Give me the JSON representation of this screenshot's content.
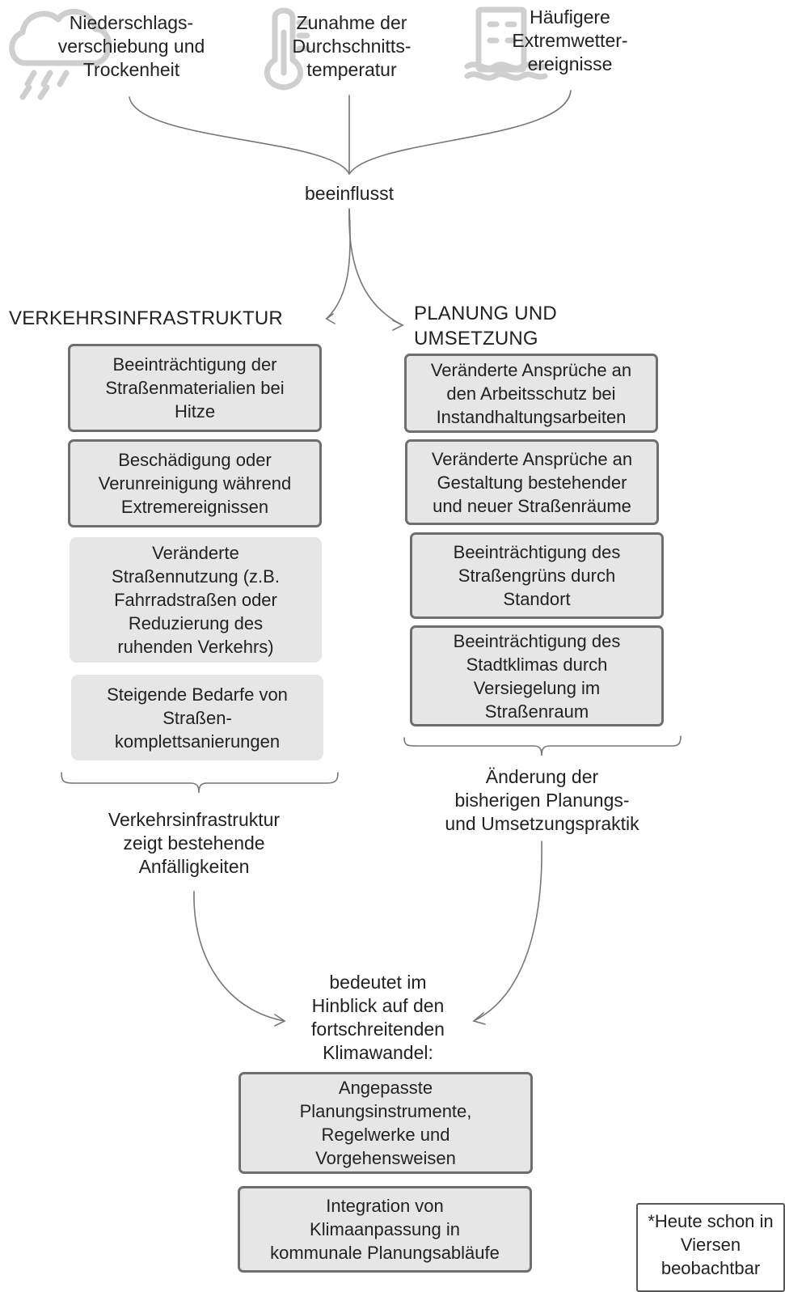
{
  "drivers": [
    {
      "icon": "rain-cloud-icon",
      "text": "Niederschlags-\nverschiebung und\nTrockenheit"
    },
    {
      "icon": "thermometer-icon",
      "text": "Zunahme der\nDurchschnitts-\ntemperatur"
    },
    {
      "icon": "flood-building-icon",
      "text": "Häufigere\nExtremwetter-\nereignisse"
    }
  ],
  "influence_label": "beeinflusst",
  "left": {
    "heading": "VERKEHRSINFRASTRUKTUR",
    "items": [
      "Beeinträchtigung der\nStraßenmaterialien bei\nHitze",
      "Beschädigung oder\nVerunreinigung während\nExtremereignissen",
      "Veränderte\nStraßennutzung (z.B.\nFahrradstraßen oder\nReduzierung des\nruhenden Verkehrs)",
      "Steigende Bedarfe von\nStraßen-\nkomplettsanierungen"
    ],
    "conclusion": "Verkehrsinfrastruktur\nzeigt bestehende\nAnfälligkeiten"
  },
  "right": {
    "heading": "PLANUNG UND\nUMSETZUNG",
    "items": [
      "Veränderte Ansprüche an\nden Arbeitsschutz bei\nInstandhaltungsarbeiten",
      "Veränderte Ansprüche an\nGestaltung bestehender\nund neuer Straßenräume",
      "Beeinträchtigung des\nStraßengrüns durch\nStandort",
      "Beeinträchtigung des\nStadtklimas durch\nVersiegelung im\nStraßenraum"
    ],
    "conclusion": "Änderung der\nbisherigen Planungs-\nund Umsetzungspraktik"
  },
  "meaning_label": "bedeutet im\nHinblick auf den\nfortschreitenden\nKlimawandel:",
  "outcomes": [
    "Angepasste\nPlanungsinstrumente,\nRegelwerke und\nVorgehensweisen",
    "Integration von\nKlimaanpassung in\nkommunale Planungsabläufe"
  ],
  "note": "*Heute schon in\nViersen\nbeobachtbar",
  "colors": {
    "box_fill": "#e6e6e6",
    "box_border": "#6e6e6e",
    "line": "#777777",
    "icon": "#cfcfcf",
    "text": "#222222"
  }
}
